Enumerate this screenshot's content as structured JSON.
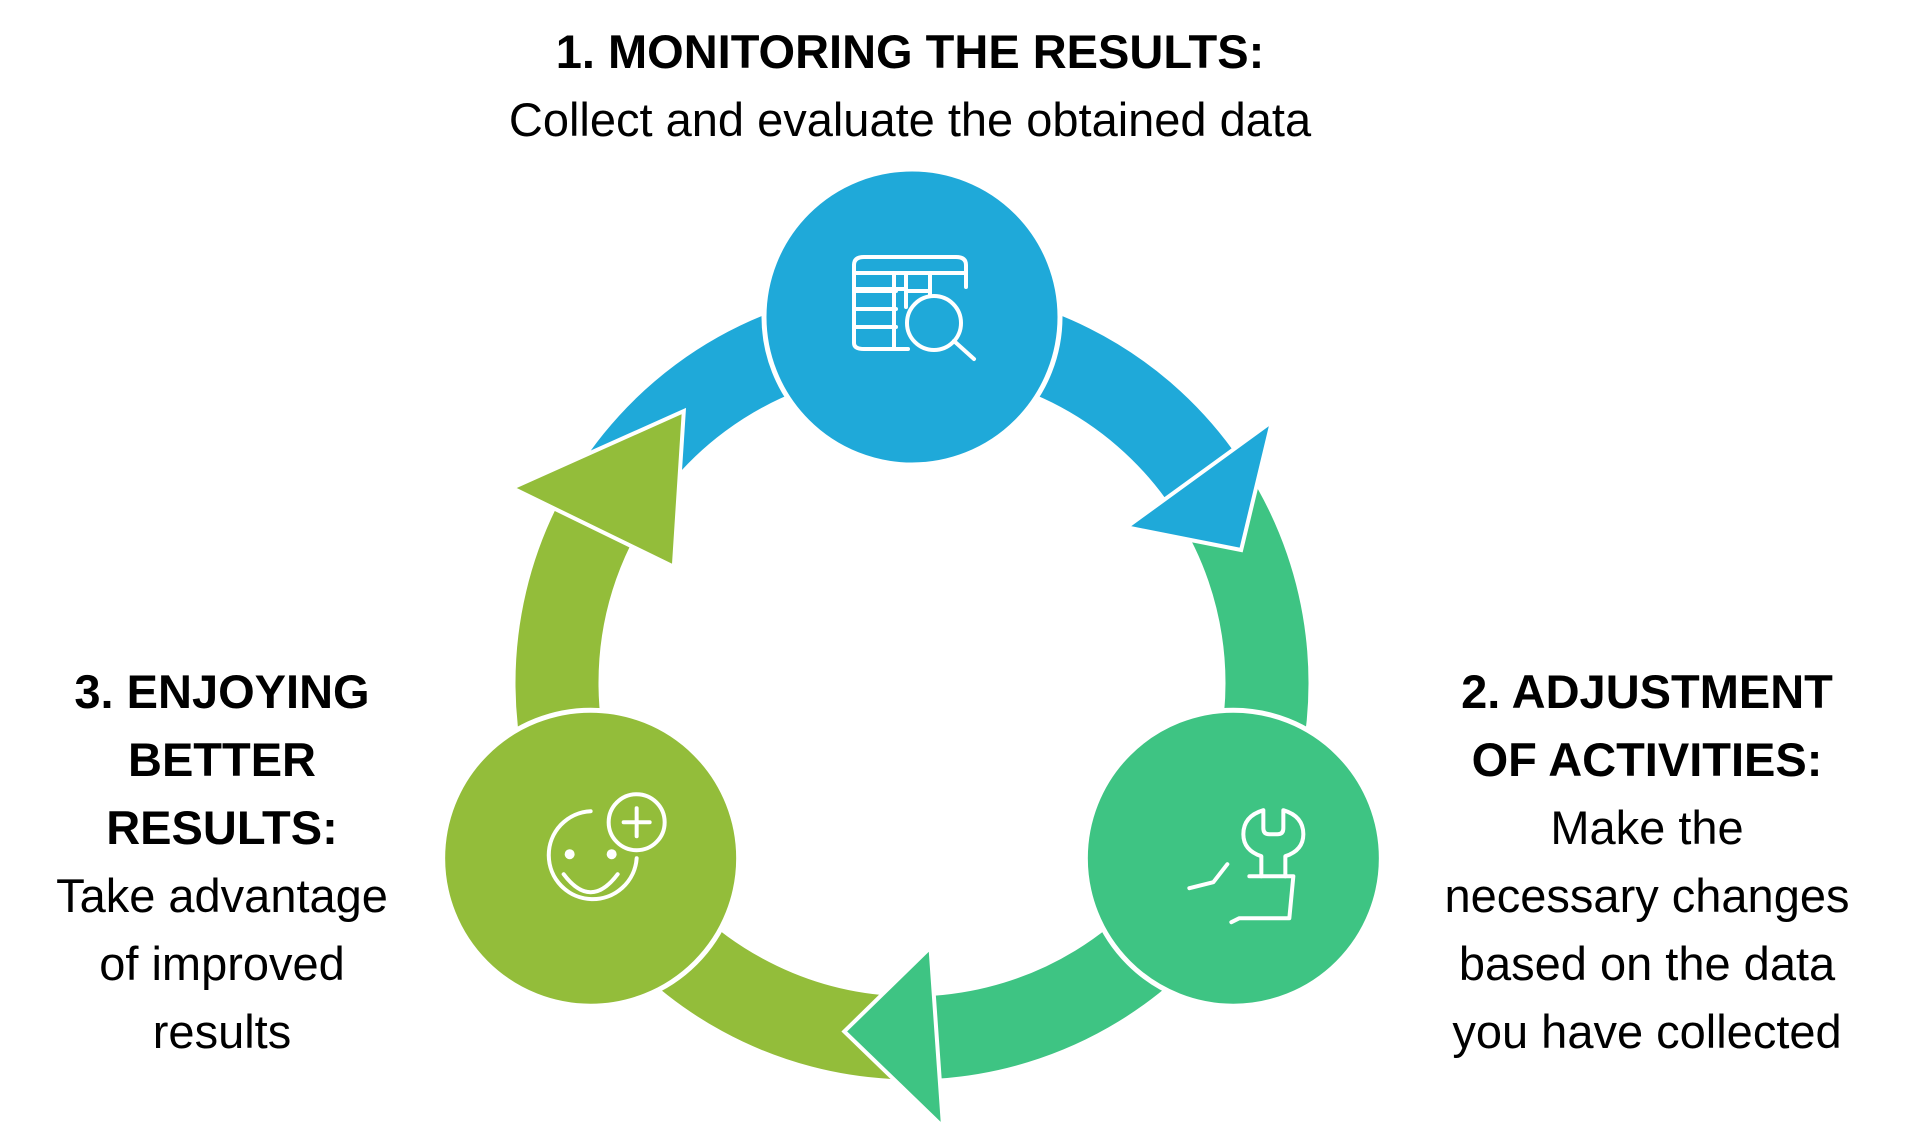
{
  "steps": [
    {
      "title": "1. MONITORING THE RESULTS:",
      "description": [
        "Collect and evaluate the obtained data"
      ],
      "icon": "table-search-icon",
      "color": "#1FA9D9"
    },
    {
      "title_lines": [
        "2. ADJUSTMENT",
        "OF ACTIVITIES:"
      ],
      "description": [
        "Make the",
        "necessary changes",
        "based on the data",
        "you have collected"
      ],
      "icon": "wrench-hand-icon",
      "color": "#3EC483"
    },
    {
      "title_lines": [
        "3. ENJOYING",
        "BETTER",
        "RESULTS:"
      ],
      "description": [
        "Take advantage",
        "of improved",
        "results"
      ],
      "icon": "smiley-plus-icon",
      "color": "#93BD3A"
    }
  ]
}
